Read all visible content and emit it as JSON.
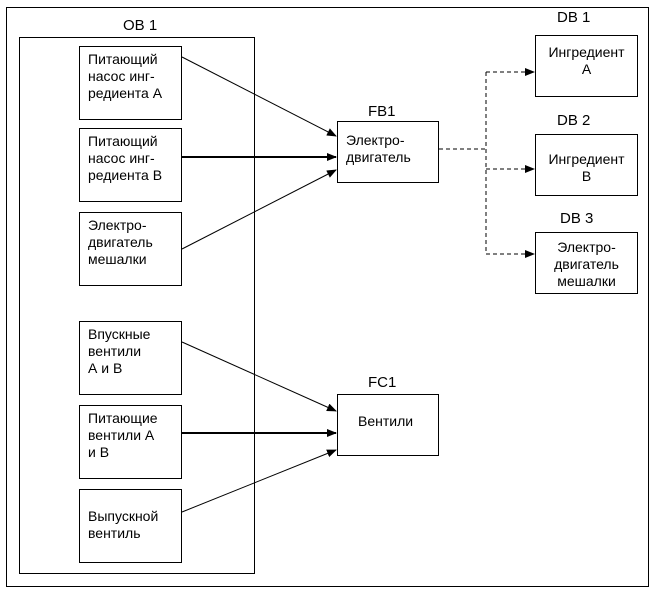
{
  "ob": {
    "title": "OB 1"
  },
  "ob_blocks": [
    "Питающий\nнасос инг-\nредиента А",
    "Питающий\nнасос инг-\nредиента В",
    "Электро-\nдвигатель\nмешалки",
    "Впускные\nвентили\nА и В",
    "Питающие\nвентили А\nи В",
    "Выпускной\nвентиль"
  ],
  "fb": {
    "title": "FB1",
    "text": "Электро-\nдвигатель"
  },
  "fc": {
    "title": "FC1",
    "text": "Вентили"
  },
  "db": [
    {
      "title": "DB 1",
      "text": "Ингредиент\nA"
    },
    {
      "title": "DB 2",
      "text": "Ингредиент\nB"
    },
    {
      "title": "DB 3",
      "text": "Электро-\nдвигатель\nмешалки"
    }
  ]
}
